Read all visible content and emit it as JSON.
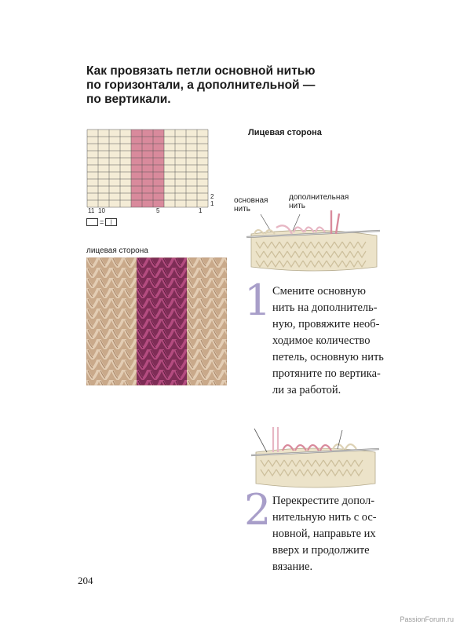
{
  "heading": {
    "line1": "Как провязать петли основной нитью",
    "line2": "по горизонтали, а дополнительной —",
    "line3": "по вертикали."
  },
  "chart": {
    "cols": 11,
    "rows": 11,
    "contrast_cols_from_right": [
      5,
      6,
      7
    ],
    "row_numbers": [
      "2",
      "1"
    ],
    "col_numbers": [
      "11",
      "10",
      "5",
      "1"
    ],
    "main_color": "#f4ecd6",
    "contrast_color": "#d98a9c",
    "legend_symbol": "|",
    "legend_equals": "="
  },
  "labels": {
    "face_side_top": "Лицевая сторона",
    "face_side_swatch": "лицевая сторона",
    "main_thread": [
      "основная",
      "нить"
    ],
    "extra_thread": [
      "дополнительная",
      "нить"
    ]
  },
  "step1": {
    "number": "1",
    "lines": [
      "Смените основную",
      "нить на дополнитель-",
      "ную, провяжите необ-",
      "ходимое количество",
      "петель, основную нить",
      "протяните по вертика-",
      "ли за работой."
    ]
  },
  "step2": {
    "number": "2",
    "lines": [
      "Перекрестите допол-",
      "нительную нить с ос-",
      "новной, направьте их",
      "вверх и продолжите",
      "вязание."
    ]
  },
  "page_number": "204",
  "watermark": "PassionForum.ru",
  "colors": {
    "accent_number": "#a89ec9",
    "yarn_beige": "#d2b79a",
    "yarn_magenta": "#9c3b6a",
    "needle_pink": "#e7b7c4"
  }
}
